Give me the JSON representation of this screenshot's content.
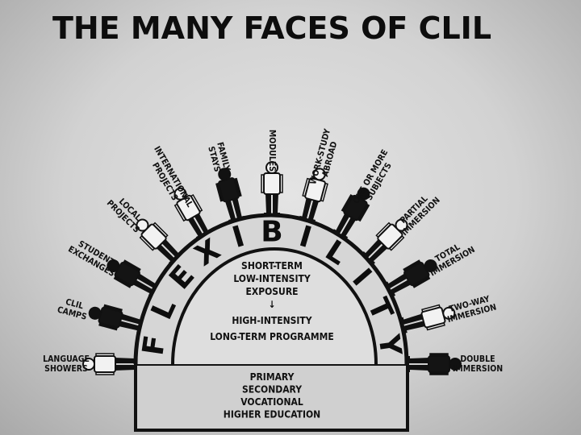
{
  "title": "THE MANY FACES OF CLIL",
  "arch_word": "FLEXIBILITY",
  "inner": {
    "top_lines": [
      "SHORT-TERM",
      "LOW-INTENSITY",
      "EXPOSURE"
    ],
    "arrow": "↓",
    "bottom_lines": [
      "HIGH-INTENSITY",
      "LONG-TERM PROGRAMME"
    ]
  },
  "base_lines": [
    "PRIMARY",
    "SECONDARY",
    "VOCATIONAL",
    "HIGHER EDUCATION"
  ],
  "faces": [
    {
      "id": "language-showers",
      "lines": [
        "LANGUAGE",
        "SHOWERS"
      ]
    },
    {
      "id": "clil-camps",
      "lines": [
        "CLIL",
        "CAMPS"
      ]
    },
    {
      "id": "student-exchanges",
      "lines": [
        "STUDENT",
        "EXCHANGES"
      ]
    },
    {
      "id": "local-projects",
      "lines": [
        "LOCAL",
        "PROJECTS"
      ]
    },
    {
      "id": "international-projects",
      "lines": [
        "INTERNATIONAL",
        "PROJECTS"
      ]
    },
    {
      "id": "family-stays",
      "lines": [
        "FAMILY",
        "STAYS"
      ]
    },
    {
      "id": "modules",
      "lines": [
        "MODULES"
      ]
    },
    {
      "id": "work-study-abroad",
      "lines": [
        "WORK-STUDY",
        "ABROAD"
      ]
    },
    {
      "id": "one-or-more-subjects",
      "lines": [
        "ONE OR MORE",
        "SUBJECTS"
      ]
    },
    {
      "id": "partial-immersion",
      "lines": [
        "PARTIAL",
        "IMMERSION"
      ]
    },
    {
      "id": "total-immersion",
      "lines": [
        "TOTAL",
        "IMMERSION"
      ]
    },
    {
      "id": "two-way-immersion",
      "lines": [
        "TWO-WAY",
        "IMMERSION"
      ]
    },
    {
      "id": "double-immersion",
      "lines": [
        "DOUBLE",
        "IMMERSION"
      ]
    }
  ]
}
